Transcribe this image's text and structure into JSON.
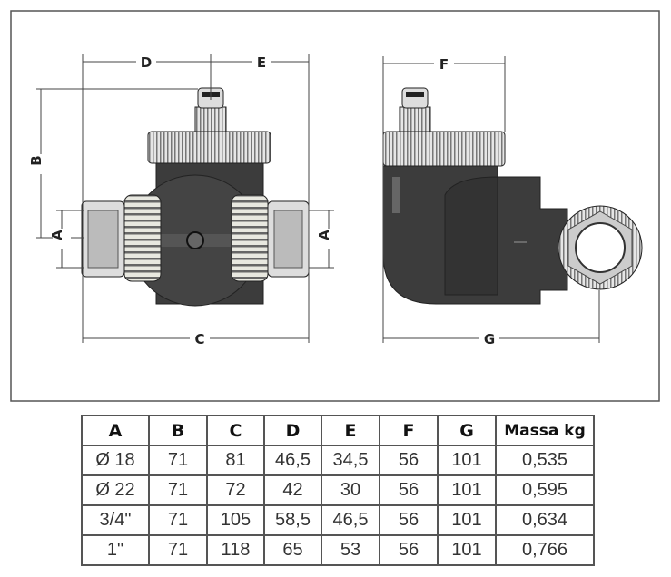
{
  "drawing": {
    "left_view": {
      "dims": {
        "D": "D",
        "E": "E",
        "B": "B",
        "A_left": "A",
        "A_right": "A",
        "C": "C"
      }
    },
    "right_view": {
      "dims": {
        "F": "F",
        "G": "G"
      }
    },
    "colors": {
      "body": "#3c3c3c",
      "metal": "#d9d9d9",
      "frame": "#555555"
    }
  },
  "table": {
    "headers": [
      "A",
      "B",
      "C",
      "D",
      "E",
      "F",
      "G",
      "Massa kg"
    ],
    "rows": [
      [
        "Ø 18",
        "71",
        "81",
        "46,5",
        "34,5",
        "56",
        "101",
        "0,535"
      ],
      [
        "Ø 22",
        "71",
        "72",
        "42",
        "30",
        "56",
        "101",
        "0,595"
      ],
      [
        "3/4\"",
        "71",
        "105",
        "58,5",
        "46,5",
        "56",
        "101",
        "0,634"
      ],
      [
        "1\"",
        "71",
        "118",
        "65",
        "53",
        "56",
        "101",
        "0,766"
      ]
    ]
  }
}
